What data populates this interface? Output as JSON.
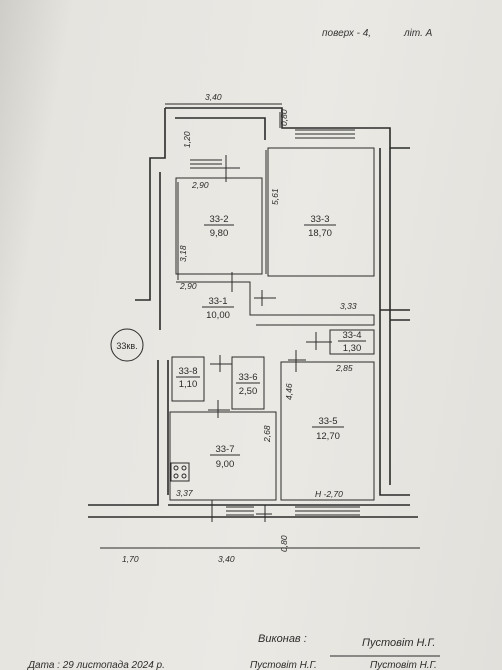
{
  "header": {
    "floor": "поверх - 4,",
    "letter": "літ. А"
  },
  "apartment_label": "33кв.",
  "rooms": [
    {
      "id": "33-1",
      "area": "10,00"
    },
    {
      "id": "33-2",
      "area": "9,80"
    },
    {
      "id": "33-3",
      "area": "18,70"
    },
    {
      "id": "33-4",
      "area": "1,30"
    },
    {
      "id": "33-5",
      "area": "12,70"
    },
    {
      "id": "33-6",
      "area": "2,50"
    },
    {
      "id": "33-7",
      "area": "9,00"
    },
    {
      "id": "33-8",
      "area": "1,10"
    }
  ],
  "dimensions": {
    "top_width": "3,40",
    "top_right_thickness": "0,80",
    "left_top_height": "1,20",
    "room2_width": "2,90",
    "room2_height": "3,18",
    "room3_height": "5,61",
    "room1_width": "2,90",
    "room3_width": "3,33",
    "room5_width": "2,85",
    "room5_height": "4,46",
    "room7_height": "2,68",
    "room7_width": "3,37",
    "ceiling_height": "H -2,70",
    "bottom_thickness": "0,80",
    "bottom_left": "1,70",
    "bottom_right": "3,40"
  },
  "footer": {
    "executed_label": "Виконав :",
    "executor_name": "Пустовіт Н.Г.",
    "date_line": "Дата : 29 листопада 2024 р.",
    "cut_text_1": "Пустовіт Н.Г.",
    "cut_text_2": "Пустовіт Н.Г."
  }
}
